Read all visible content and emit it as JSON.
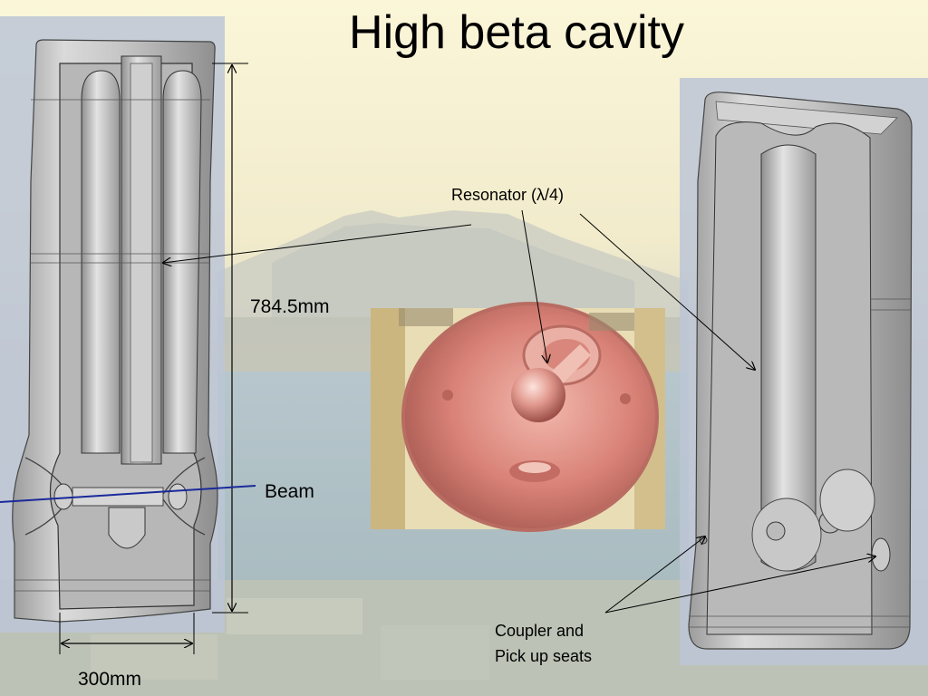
{
  "title": "High beta cavity",
  "labels": {
    "resonator": "Resonator (λ/4)",
    "height_dim": "784.5mm",
    "beam": "Beam",
    "width_dim": "300mm",
    "coupler_line1": "Coupler and",
    "coupler_line2": "Pick up seats"
  },
  "colors": {
    "beam_line": "#1a2a9a",
    "cavity_metal": "#b9b9b9",
    "copper_interior": "#d9847a",
    "sky": "#e8e3c6"
  }
}
